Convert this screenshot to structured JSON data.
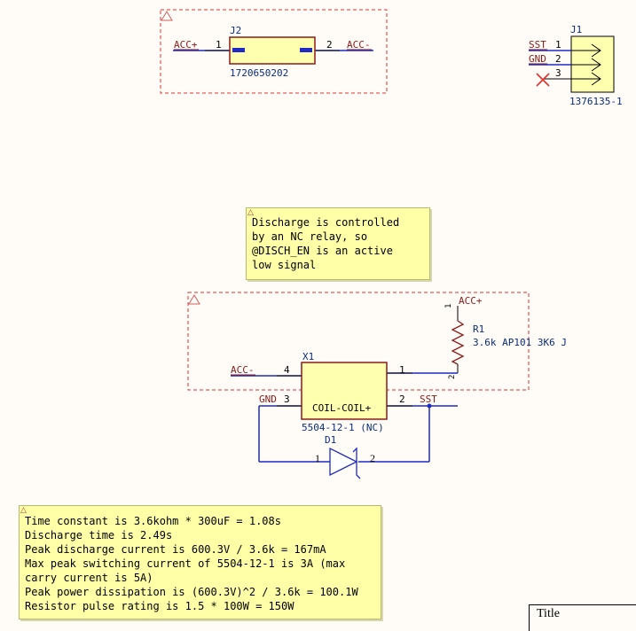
{
  "j2": {
    "designator": "J2",
    "part": "1720650202",
    "net_left": "ACC+",
    "pin_left": "1",
    "net_right": "ACC-",
    "pin_right": "2"
  },
  "j1": {
    "designator": "J1",
    "part": "1376135-1",
    "pins": [
      {
        "net": "SST",
        "num": "1"
      },
      {
        "net": "GND",
        "num": "2"
      },
      {
        "net": "",
        "num": "3"
      }
    ]
  },
  "note1": {
    "lines": [
      "Discharge is controlled",
      "by an NC relay, so",
      "@DISCH_EN is an active",
      "low signal"
    ]
  },
  "r1": {
    "designator": "R1",
    "value": "3.6k AP101 3K6 J",
    "net_top": "ACC+",
    "pin_top": "1",
    "pin_bottom": "2"
  },
  "x1": {
    "designator": "X1",
    "body_label": "COIL-COIL+",
    "part": "5504-12-1 (NC)",
    "pin4": "4",
    "pin1": "1",
    "pin3": "3",
    "pin2": "2",
    "net_pin4": "ACC-",
    "net_pin3": "GND",
    "net_pin2": "SST"
  },
  "d1": {
    "designator": "D1",
    "pin1": "1",
    "pin2": "2"
  },
  "note2": {
    "lines": [
      "Time constant is 3.6kohm * 300uF = 1.08s",
      "Discharge time is 2.49s",
      "Peak discharge current is 600.3V / 3.6k = 167mA",
      "Max peak switching current of 5504-12-1 is 3A (max",
      "carry current is 5A)",
      "Peak power dissipation is (600.3V)^2 / 3.6k = 100.1W",
      "Resistor pulse rating is 1.5 * 100W = 150W"
    ]
  },
  "title_block": {
    "title_label": "Title"
  },
  "colors": {
    "wire": "#1F2BC2",
    "body_fill": "#FFFFB0",
    "body_stroke": "#8B1A1A",
    "net_label": "#8B1A1A",
    "designator": "#0A2C7A",
    "dashed_box": "#E03030",
    "no_connect": "#E03030"
  }
}
